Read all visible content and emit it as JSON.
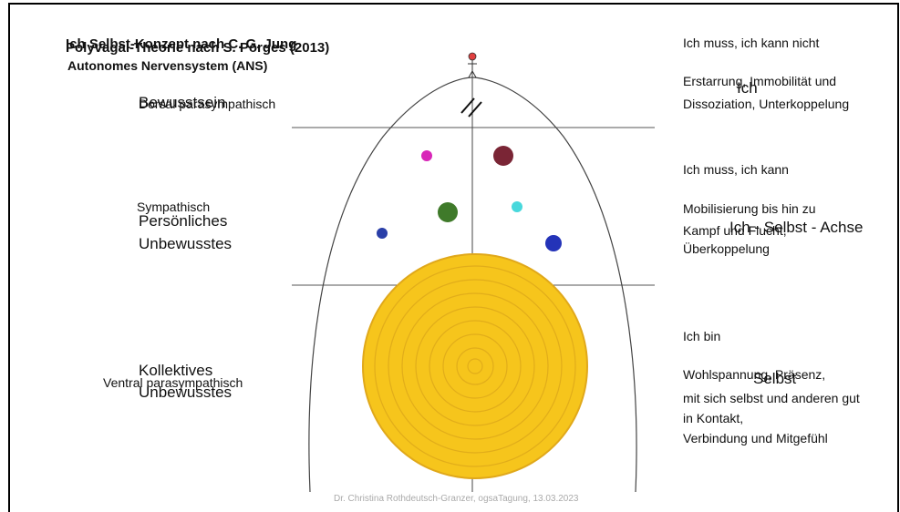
{
  "titles": {
    "overlay_a": "Ich Selbst-Konzept nach C. G. Jung",
    "overlay_b": "Polyvagal-Theorie nach S. Porges (2013)",
    "subtitle": "Autonomes Nervensystem (ANS)"
  },
  "left_labels": {
    "bewusstsein": "Bewusstsein",
    "dorsal": "Dorsal parasympathisch",
    "sympathisch": "Sympathisch",
    "persoenliches_1": "Persönliches",
    "persoenliches_2": "Unbewusstes",
    "kollektives_1": "Kollektives",
    "kollektives_2": "Unbewusstes",
    "ventral": "Ventral parasympathisch"
  },
  "right_column": {
    "line1": "Ich muss, ich kann nicht",
    "block1_l1": "Erstarrung, Immobilität und",
    "block1_l2": "Dissoziation, Unterkoppelung",
    "ich": "Ich",
    "line2": "Ich muss, ich kann",
    "block2_l1": "Mobilisierung bis hin zu",
    "block2_l2": "Kampf und Flucht,",
    "block2_l3": "Überkoppelung",
    "achse": "Ich - Selbst - Achse",
    "line3": "Ich bin",
    "block3_l1": "Wohlspannung, Präsenz,",
    "block3_l2": "mit sich selbst und anderen gut",
    "block3_l3": "in Kontakt,",
    "block3_l4": "Verbindung und Mitgefühl",
    "selbst": "Selbst"
  },
  "footer": "Dr. Christina Rothdeutsch-Granzer, ogsaTagung, 13.03.2023",
  "colors": {
    "sun": "#f6c51c",
    "sun_ring": "#d9a21a",
    "dot_magenta": "#d826b8",
    "dot_maroon": "#7a2535",
    "dot_green": "#3f7a2a",
    "dot_cyan": "#48d8dc",
    "dot_blue1": "#2a3fa8",
    "dot_blue2": "#2433b8",
    "figure_head": "#e04040"
  }
}
